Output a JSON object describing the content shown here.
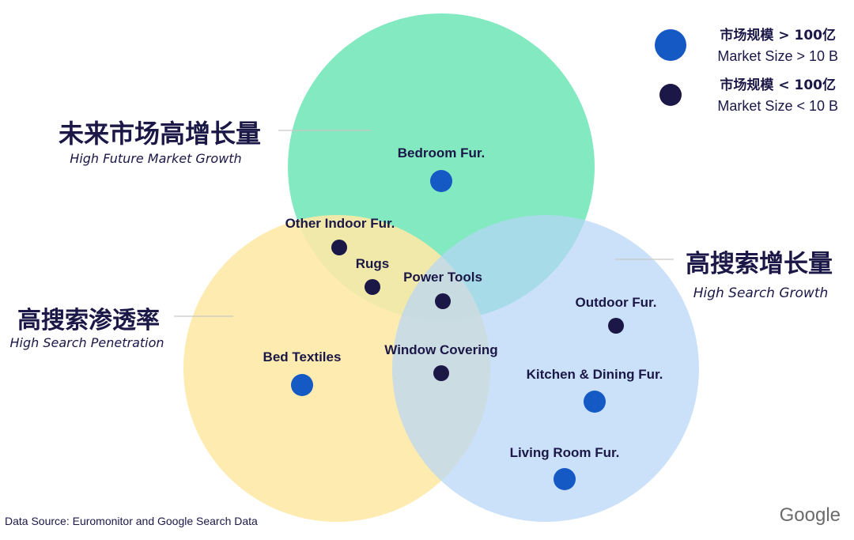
{
  "sets": [
    {
      "id": "future",
      "label_cn": "未来市场高增长量",
      "label_en": "High Future Market Growth",
      "color": "#5fe3b0"
    },
    {
      "id": "penetration",
      "label_cn": "高搜索渗透率",
      "label_en": "High Search Penetration",
      "color": "#fde9a6"
    },
    {
      "id": "search",
      "label_cn": "高搜索增长量",
      "label_en": "High Search Growth",
      "color": "#b7d5f7"
    }
  ],
  "items": [
    {
      "name": "Bedroom Fur.",
      "size": "large",
      "sets": [
        "future"
      ]
    },
    {
      "name": "Other Indoor Fur.",
      "size": "small",
      "sets": [
        "future",
        "penetration"
      ]
    },
    {
      "name": "Rugs",
      "size": "small",
      "sets": [
        "future",
        "penetration"
      ]
    },
    {
      "name": "Power Tools",
      "size": "small",
      "sets": [
        "future",
        "penetration",
        "search"
      ]
    },
    {
      "name": "Window Covering",
      "size": "small",
      "sets": [
        "penetration",
        "search"
      ]
    },
    {
      "name": "Bed Textiles",
      "size": "large",
      "sets": [
        "penetration"
      ]
    },
    {
      "name": "Outdoor Fur.",
      "size": "small",
      "sets": [
        "search"
      ]
    },
    {
      "name": "Kitchen & Dining Fur.",
      "size": "large",
      "sets": [
        "search"
      ]
    },
    {
      "name": "Living Room Fur.",
      "size": "large",
      "sets": [
        "search"
      ]
    }
  ],
  "legend": [
    {
      "size": "large",
      "cn": "市场规模 > 100亿",
      "en": "Market Size > 10 B",
      "color": "#1559c4"
    },
    {
      "size": "small",
      "cn": "市场规模 < 100亿",
      "en": "Market Size < 10 B",
      "color": "#1b1747"
    }
  ],
  "source": "Data Source: Euromonitor and Google Search Data",
  "logo": "Google"
}
